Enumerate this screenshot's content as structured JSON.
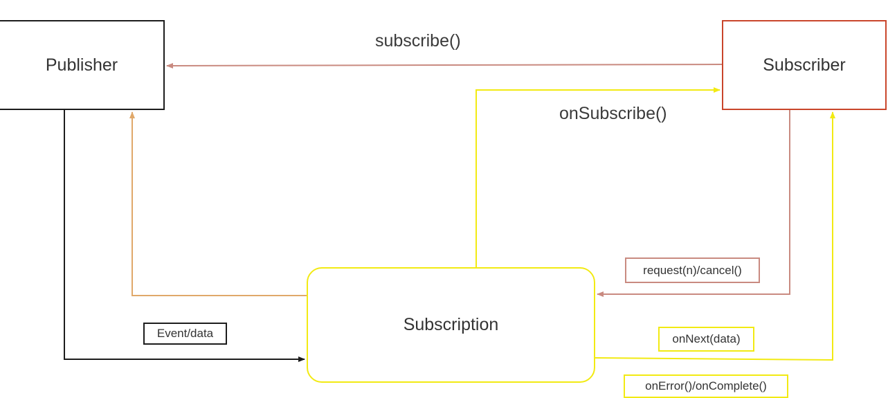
{
  "nodes": {
    "publisher": "Publisher",
    "subscriber": "Subscriber",
    "subscription": "Subscription"
  },
  "edges": {
    "subscribe": "subscribe()",
    "on_subscribe": "onSubscribe()",
    "event_data": "Event/data",
    "request_cancel": "request(n)/cancel()",
    "on_next": "onNext(data)",
    "on_error_complete": "onError()/onComplete()"
  },
  "colors": {
    "publisher_border": "#1c1c1c",
    "subscriber_border": "#c9452a",
    "subscription_border": "#f2ea12",
    "subscribe_arrow": "#c98a80",
    "publisher_feedback_arrow": "#e0a86a",
    "signal_arrow": "#f2ea12",
    "event_arrow": "#1c1c1c"
  }
}
